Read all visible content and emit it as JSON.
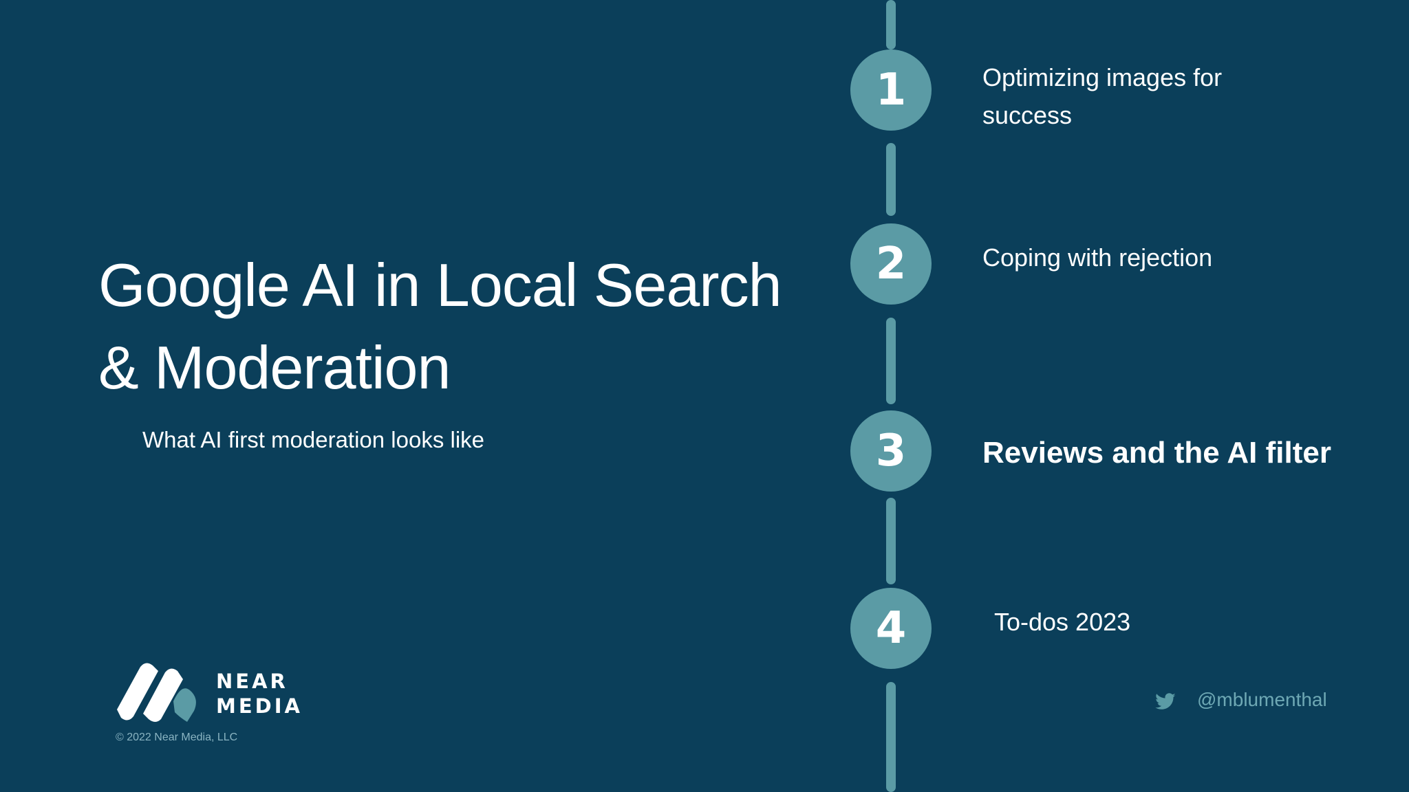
{
  "slide": {
    "title_line1": "Google AI in Local Search",
    "title_line2": "& Moderation",
    "subtitle": "What AI first moderation looks like"
  },
  "agenda": {
    "items": [
      {
        "number": "1",
        "label_line1": "Optimizing images for",
        "label_line2": "success"
      },
      {
        "number": "2",
        "label": "Coping with rejection"
      },
      {
        "number": "3",
        "label": "Reviews and the AI filter",
        "active": true
      },
      {
        "number": "4",
        "label": "To-dos 2023"
      }
    ]
  },
  "branding": {
    "logo_word1": "NEAR",
    "logo_word2": "MEDIA",
    "copyright": "© 2022 Near Media, LLC",
    "twitter_icon": "twitter-bird-icon",
    "twitter_handle": "@mblumenthal"
  },
  "colors": {
    "background": "#0b3f5a",
    "accent": "#5b9ba5",
    "text": "#ffffff"
  }
}
